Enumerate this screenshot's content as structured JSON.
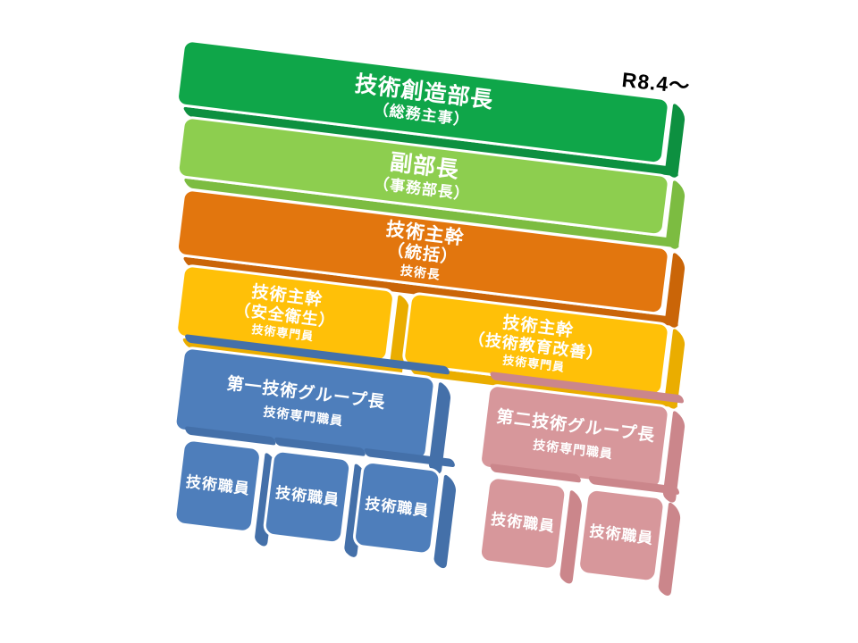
{
  "annotation": {
    "text": "R8.4～"
  },
  "palette": {
    "green": {
      "face": "#0FA649",
      "side": "#0D9040"
    },
    "light_green": {
      "face": "#8DCE4F",
      "side": "#7CBC41"
    },
    "orange": {
      "face": "#E2760E",
      "side": "#CA6508"
    },
    "yellow": {
      "face": "#FFC008",
      "side": "#EAAD00"
    },
    "blue": {
      "face": "#4E7EBB",
      "side": "#4470A9"
    },
    "pink": {
      "face": "#D7979B",
      "side": "#CB868B"
    }
  },
  "text_color": "#FFFFFF",
  "annotation_color": "#000000",
  "diagram": {
    "rows": [
      {
        "boxes": [
          {
            "title": "技術創造部長",
            "subtitle": "（総務主事）",
            "color": "green"
          }
        ]
      },
      {
        "boxes": [
          {
            "title": "副部長",
            "subtitle": "（事務部長）",
            "color": "light_green"
          }
        ]
      },
      {
        "boxes": [
          {
            "title": "技術主幹",
            "subtitle": "（統括）",
            "role": "技術長",
            "color": "orange"
          }
        ]
      },
      {
        "boxes": [
          {
            "title": "技術主幹",
            "subtitle": "（安全衛生）",
            "role": "技術専門員",
            "color": "yellow"
          },
          {
            "title": "技術主幹",
            "subtitle": "（技術教育改善）",
            "role": "技術専門員",
            "color": "yellow"
          }
        ]
      },
      {
        "boxes": [
          {
            "title": "第一技術グループ長",
            "role": "技術専門職員",
            "color": "blue"
          },
          {
            "title": "第二技術グループ長",
            "role": "技術専門職員",
            "color": "pink"
          }
        ]
      },
      {
        "boxes": [
          {
            "title": "技術職員",
            "color": "blue"
          },
          {
            "title": "技術職員",
            "color": "blue"
          },
          {
            "title": "技術職員",
            "color": "blue"
          },
          {
            "title": "技術職員",
            "color": "pink"
          },
          {
            "title": "技術職員",
            "color": "pink"
          }
        ]
      }
    ]
  }
}
